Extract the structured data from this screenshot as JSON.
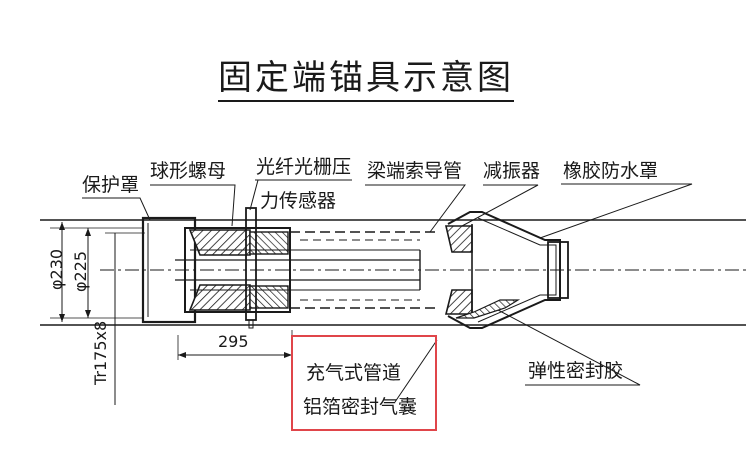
{
  "title": "固定端锚具示意图",
  "labels": {
    "protective_cover": "保护罩",
    "spherical_nut": "球形螺母",
    "fbg_sensor_line1": "光纤光栅压",
    "fbg_sensor_line2": "力传感器",
    "cable_guide_pipe": "梁端索导管",
    "damper": "减振器",
    "rubber_waterproof_cover": "橡胶防水罩",
    "inflation_pipe": "充气式管道",
    "aluminum_foil_airbag": "铝箔密封气囊",
    "elastic_sealant": "弹性密封胶"
  },
  "dimensions": {
    "d230": "φ230",
    "d225": "φ225",
    "thread": "Tr175x8",
    "length_295": "295"
  },
  "colors": {
    "line": "#1a1a1a",
    "highlight_box": "#e0454a"
  }
}
